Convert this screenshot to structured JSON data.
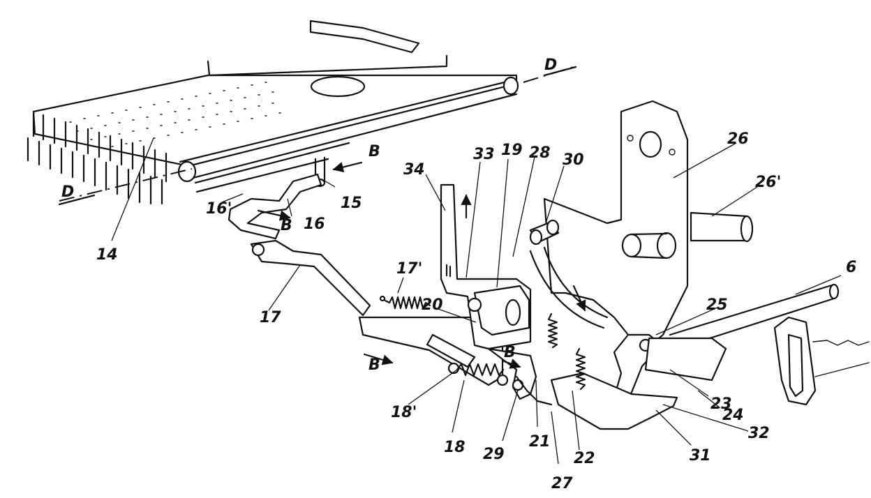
{
  "labels": {
    "l14": "14",
    "l15": "15",
    "l16": "16",
    "l16p": "16'",
    "l17": "17",
    "l17p": "17'",
    "l18": "18",
    "l18p": "18'",
    "l19": "19",
    "l20": "20",
    "l21": "21",
    "l22": "22",
    "l23": "23",
    "l24": "24",
    "l25": "25",
    "l26": "26",
    "l26p": "26'",
    "l27": "27",
    "l28": "28",
    "l29": "29",
    "l30": "30",
    "l31": "31",
    "l32": "32",
    "l33": "33",
    "l34": "34",
    "l6": "6",
    "axisD1": "D",
    "axisD2": "D",
    "dirB1": "B",
    "dirB2": "B",
    "dirB3": "B",
    "dirB4": "B"
  }
}
